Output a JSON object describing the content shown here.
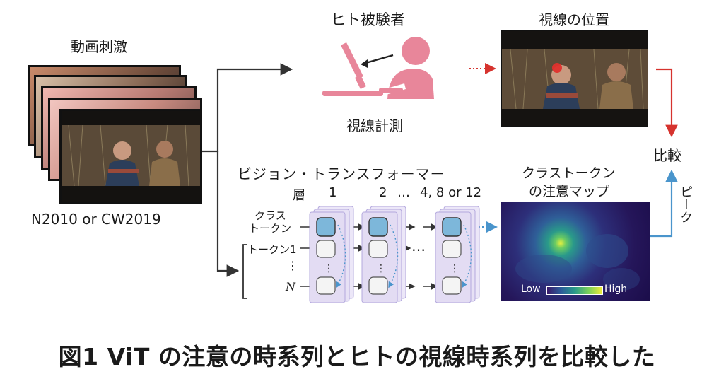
{
  "stimulus": {
    "title": "動画刺激",
    "dataset_label": "N2010 or CW2019"
  },
  "human": {
    "title": "ヒト被験者",
    "measure_label": "視線計測"
  },
  "gaze": {
    "title": "視線の位置"
  },
  "compare_label": "比較",
  "peak_label": "ピーク",
  "vit": {
    "title": "ビジョン・トランスフォーマー",
    "layer_label": "層",
    "layers": [
      "1",
      "2",
      "…",
      "4, 8 or 12"
    ],
    "class_token_label_line1": "クラス",
    "class_token_label_line2": "トークン",
    "token1_label": "トークン1",
    "vdots": "⋮",
    "tokenN_label": "N",
    "hdots": "…"
  },
  "attention_map": {
    "title_line1": "クラストークン",
    "title_line2": "の注意マップ",
    "colorbar_low": "Low",
    "colorbar_high": "High"
  },
  "figure_caption": "図1 ViT の注意の時系列とヒトの視線時系列を比較した",
  "colors": {
    "human_pink": "#e8869a",
    "arrow_red": "#d6332e",
    "arrow_blue": "#4a95cc",
    "token_blue": "#7db7da",
    "layer_purple": "#e7e1f5",
    "layer_border": "#b3a8dd"
  }
}
